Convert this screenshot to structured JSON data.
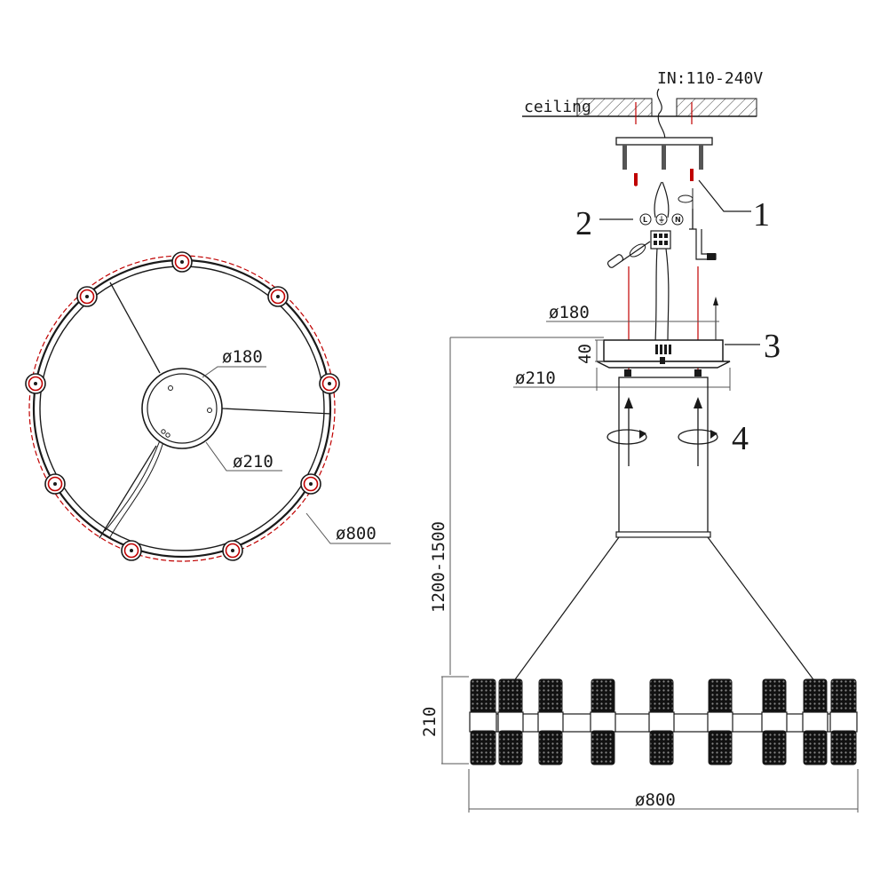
{
  "diagram": {
    "power_label": "IN:110-240V",
    "ceiling_label": "ceiling",
    "terminals": [
      "L",
      "⏚",
      "N"
    ],
    "callouts": [
      "1",
      "2",
      "3",
      "4"
    ],
    "plan_view": {
      "inner_diameter": "ø180",
      "plate_diameter": "ø210",
      "ring_diameter": "ø800"
    },
    "side_view": {
      "canopy_top_diameter": "ø180",
      "canopy_height": "40",
      "canopy_bottom_diameter": "ø210",
      "hanging_height": "1200-1500",
      "ring_height": "210",
      "ring_diameter": "ø800"
    },
    "colors": {
      "line": "#1a1a1a",
      "guide": "#c00000",
      "dimension": "#555555"
    }
  }
}
